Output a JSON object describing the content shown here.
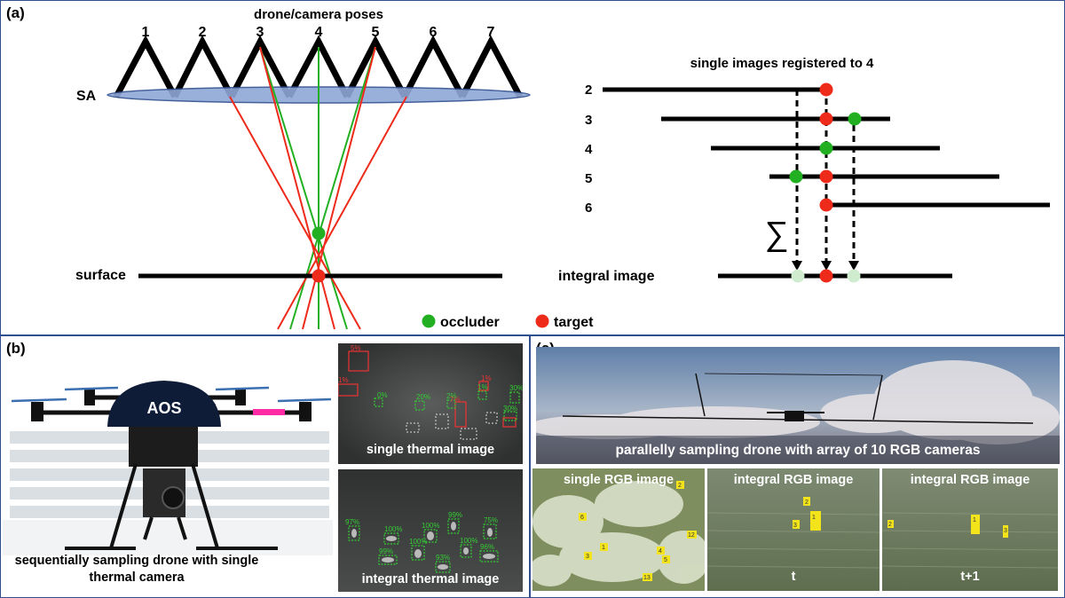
{
  "panel_labels": {
    "a": "(a)",
    "b": "(b)",
    "c": "(c)"
  },
  "panel_a": {
    "poses_title": "drone/camera poses",
    "pose_numbers": [
      "1",
      "2",
      "3",
      "4",
      "5",
      "6",
      "7"
    ],
    "sa_label": "SA",
    "surface_label": "surface",
    "registered_title": "single images registered to 4",
    "row_labels": [
      "2",
      "3",
      "4",
      "5",
      "6"
    ],
    "sum_symbol": "∑",
    "integral_label": "integral image",
    "legend": {
      "occluder": "occluder",
      "target": "target"
    },
    "colors": {
      "occluder": "#22b022",
      "target": "#ee2a1b",
      "sa_fill": "#8fa8d8",
      "faded_green": "#cfeccf"
    }
  },
  "panel_b": {
    "main_caption": "sequentially sampling drone with single thermal camera",
    "drone_text": "AOS",
    "single_caption": "single thermal image",
    "integral_caption": "integral thermal image",
    "single_red_labels": [
      "5%",
      "1%",
      "1%",
      "7%"
    ],
    "single_green_labels": [
      "0%",
      "20%",
      "2%",
      "1%",
      "30%",
      "30%"
    ],
    "integral_labels": [
      "97%",
      "100%",
      "100%",
      "99%",
      "75%",
      "99%",
      "100%",
      "100%",
      "93%",
      "96%"
    ]
  },
  "panel_c": {
    "top_caption": "parallelly sampling drone with array of 10 RGB cameras",
    "single_rgb_caption": "single RGB  image",
    "integral_rgb_caption_1": "integral RGB image",
    "integral_rgb_caption_2": "integral RGB image",
    "time_label_1": "t",
    "time_label_2": "t+1",
    "single_tags": [
      "2",
      "6",
      "1",
      "3",
      "4",
      "5",
      "12",
      "13"
    ],
    "integral_tags_1": [
      "2",
      "3",
      "1"
    ],
    "integral_tags_2": [
      "2",
      "1",
      "3"
    ]
  }
}
